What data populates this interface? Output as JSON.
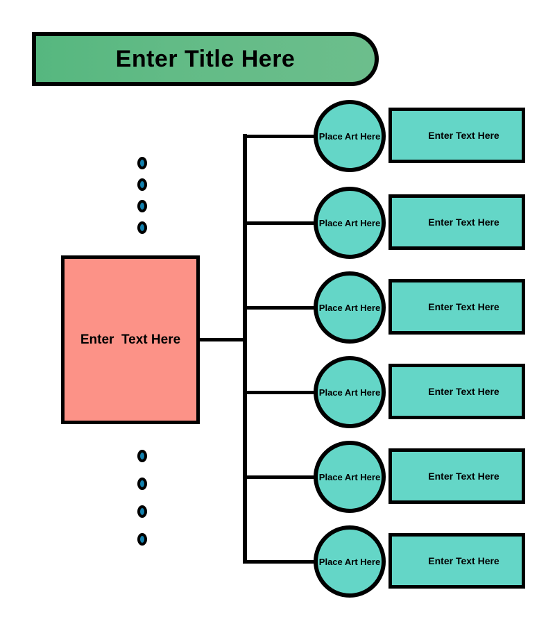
{
  "diagram": {
    "type": "radial-list-diagram",
    "title_banner": {
      "label": "Enter Title Here",
      "fill_color": "#62bb86",
      "stroke_color": "#000000"
    },
    "main_box": {
      "label": "Enter  Text Here",
      "fill_color": "#fc9287",
      "stroke_color": "#000000"
    },
    "connector_color": "#000000",
    "dot_groups": [
      {
        "position": "above-main-box",
        "count": 4,
        "fill_color": "#1280ad",
        "stroke_color": "#000000",
        "dot_name": "ellipsis-dot"
      },
      {
        "position": "below-main-box",
        "count": 4,
        "fill_color": "#1280ad",
        "stroke_color": "#000000",
        "dot_name": "ellipsis-dot"
      }
    ],
    "branch_style": {
      "circle_fill": "#64d6c7",
      "rect_fill": "#64d6c7",
      "stroke_color": "#000000"
    },
    "branches": [
      {
        "art_label": "Place Art Here",
        "text_label": "Enter Text Here"
      },
      {
        "art_label": "Place Art Here",
        "text_label": "Enter Text Here"
      },
      {
        "art_label": "Place Art Here",
        "text_label": "Enter Text Here"
      },
      {
        "art_label": "Place Art Here",
        "text_label": "Enter Text Here"
      },
      {
        "art_label": "Place Art Here",
        "text_label": "Enter Text Here"
      },
      {
        "art_label": "Place Art Here",
        "text_label": "Enter Text Here"
      }
    ]
  }
}
